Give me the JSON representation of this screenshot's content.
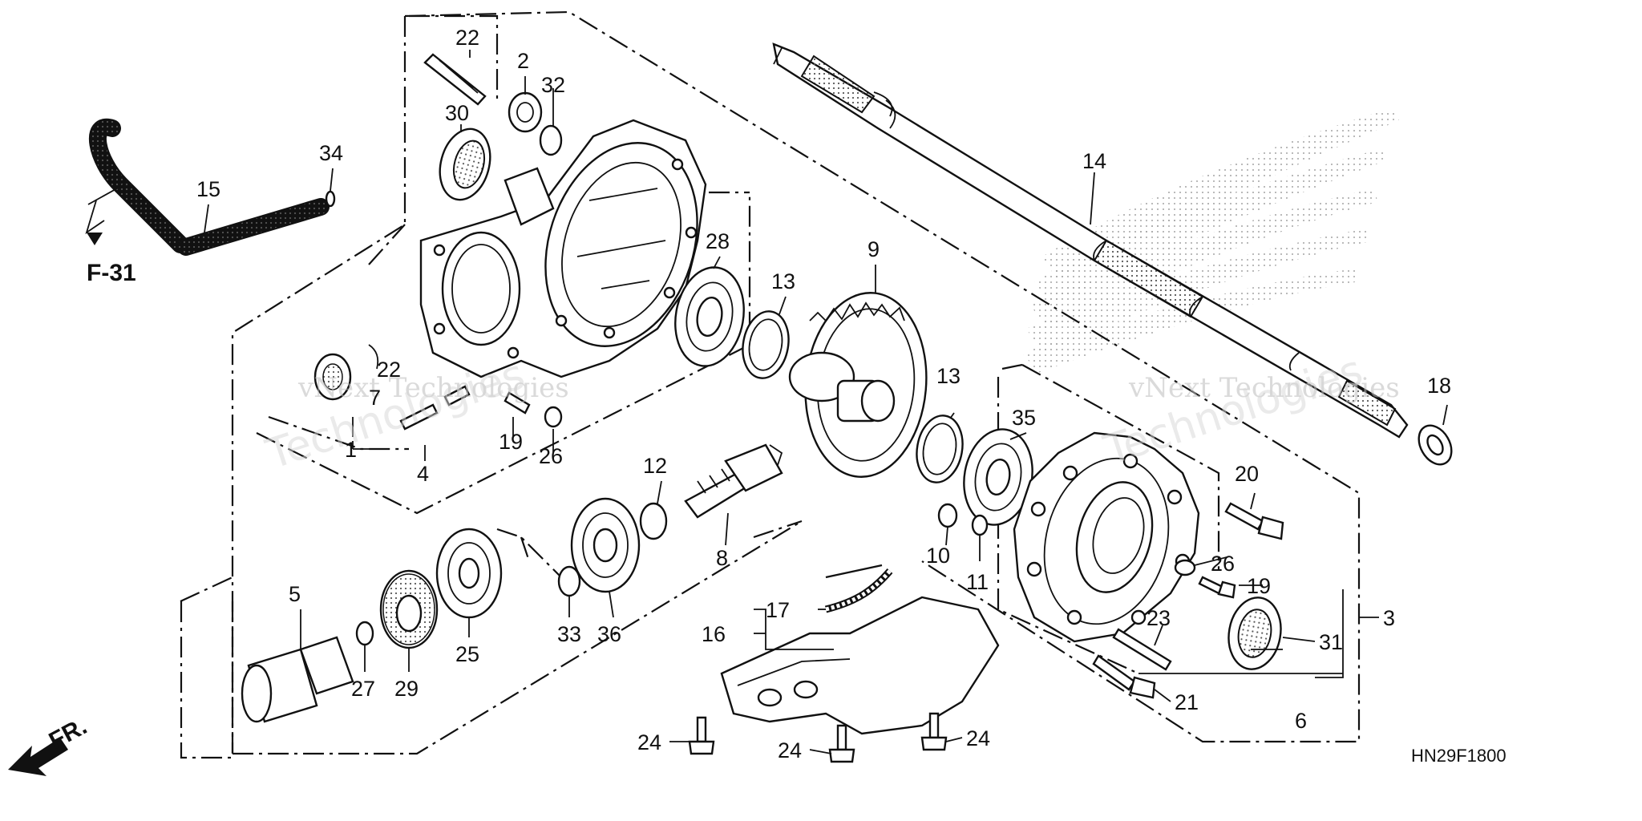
{
  "diagram": {
    "ref_label": "F-31",
    "front_label": "FR.",
    "code": "HN29F1800",
    "watermarks": [
      "vNext Technologies",
      "vNext Technologies",
      "Technologies",
      "Technologies"
    ],
    "callouts": [
      {
        "id": "c22a",
        "text": "22"
      },
      {
        "id": "c2",
        "text": "2"
      },
      {
        "id": "c32",
        "text": "32"
      },
      {
        "id": "c30",
        "text": "30"
      },
      {
        "id": "c34",
        "text": "34"
      },
      {
        "id": "c15",
        "text": "15"
      },
      {
        "id": "c14",
        "text": "14"
      },
      {
        "id": "c28",
        "text": "28"
      },
      {
        "id": "c13a",
        "text": "13"
      },
      {
        "id": "c9",
        "text": "9"
      },
      {
        "id": "c13b",
        "text": "13"
      },
      {
        "id": "c35",
        "text": "35"
      },
      {
        "id": "c18",
        "text": "18"
      },
      {
        "id": "c7",
        "text": "7"
      },
      {
        "id": "c22b",
        "text": "22"
      },
      {
        "id": "c1",
        "text": "1"
      },
      {
        "id": "c4",
        "text": "4"
      },
      {
        "id": "c19a",
        "text": "19"
      },
      {
        "id": "c26a",
        "text": "26"
      },
      {
        "id": "c12",
        "text": "12"
      },
      {
        "id": "c8",
        "text": "8"
      },
      {
        "id": "c10",
        "text": "10"
      },
      {
        "id": "c11",
        "text": "11"
      },
      {
        "id": "c20",
        "text": "20"
      },
      {
        "id": "c26b",
        "text": "26"
      },
      {
        "id": "c19b",
        "text": "19"
      },
      {
        "id": "c3",
        "text": "3"
      },
      {
        "id": "c5",
        "text": "5"
      },
      {
        "id": "c25",
        "text": "25"
      },
      {
        "id": "c33",
        "text": "33"
      },
      {
        "id": "c36",
        "text": "36"
      },
      {
        "id": "c17",
        "text": "17"
      },
      {
        "id": "c16",
        "text": "16"
      },
      {
        "id": "c23",
        "text": "23"
      },
      {
        "id": "c31",
        "text": "31"
      },
      {
        "id": "c27",
        "text": "27"
      },
      {
        "id": "c29",
        "text": "29"
      },
      {
        "id": "c21",
        "text": "21"
      },
      {
        "id": "c6",
        "text": "6"
      },
      {
        "id": "c24a",
        "text": "24"
      },
      {
        "id": "c24b",
        "text": "24"
      },
      {
        "id": "c24c",
        "text": "24"
      }
    ]
  }
}
